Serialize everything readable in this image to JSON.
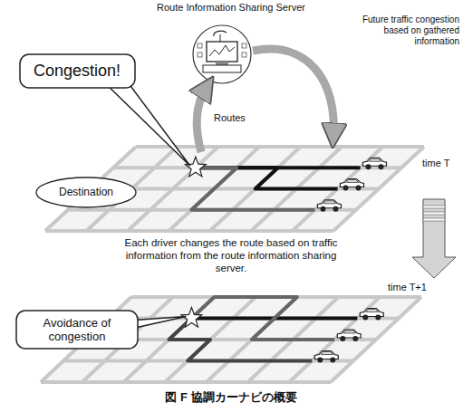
{
  "diagram": {
    "title": "Route Information Sharing Server",
    "caption": "図 F 協調カーナビの概要",
    "nodes": [
      {
        "text": [
          "Congestion!"
        ]
      },
      {
        "text": [
          "Destination"
        ]
      },
      {
        "text": [
          "Avoidance of congestion"
        ]
      }
    ],
    "labels": [
      "Future traffic congestion based on gathered information",
      "Routes",
      "time T",
      "Each driver changes the route based on traffic information from the route information sharing server.",
      "time T+1"
    ]
  }
}
